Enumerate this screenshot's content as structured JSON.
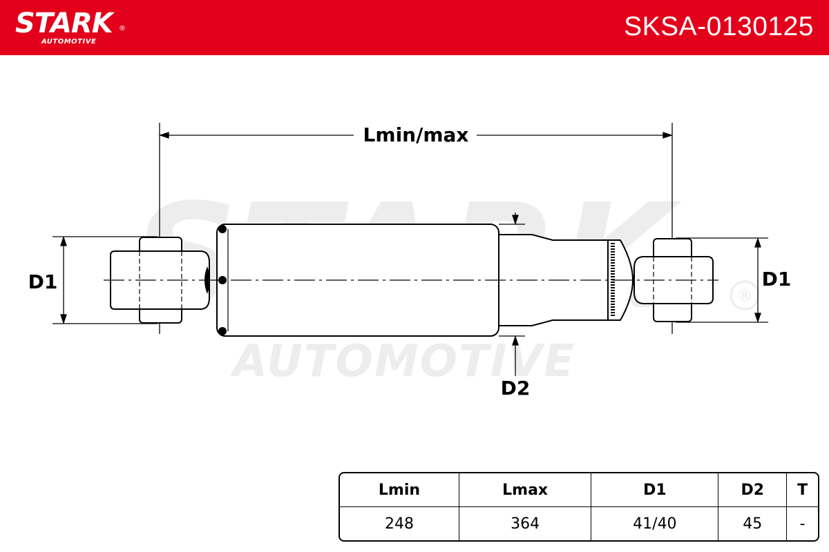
{
  "header": {
    "brand": "STARK",
    "brand_sub": "AUTOMOTIVE",
    "registered_mark": "®",
    "part_number": "SKSA-0130125",
    "background_color": "#e2001a"
  },
  "watermark": {
    "brand": "STARK",
    "sub": "AUTOMOTIVE",
    "registered_mark": "®"
  },
  "diagram": {
    "length_label": "Lmin/max",
    "left_eye_label": "D1",
    "right_eye_label": "D1",
    "body_label": "D2"
  },
  "specs": {
    "headers": [
      "Lmin",
      "Lmax",
      "D1",
      "D2",
      "T"
    ],
    "values": [
      "248",
      "364",
      "41/40",
      "45",
      "-"
    ]
  }
}
